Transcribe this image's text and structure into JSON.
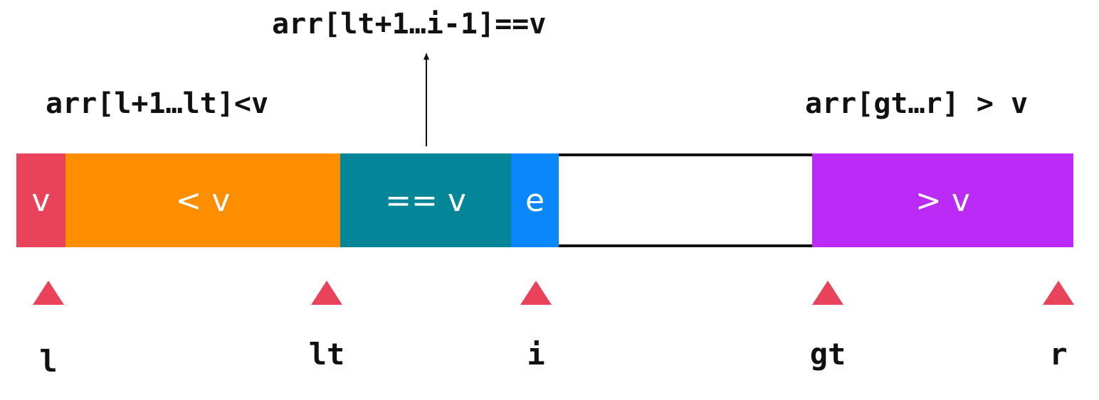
{
  "annotations": {
    "equal_range": "arr[lt+1…i-1]==v",
    "less_range": "arr[l+1…lt]<v",
    "greater_range": "arr[gt…r] > v"
  },
  "segments": [
    {
      "label": "v",
      "color": "#e8435a"
    },
    {
      "label": "< v",
      "color": "#fd8e00"
    },
    {
      "label": "== v",
      "color": "#058598"
    },
    {
      "label": "e",
      "color": "#0a87fb"
    },
    {
      "label": "",
      "color": "#ffffff"
    },
    {
      "label": "> v",
      "color": "#bc2af8"
    }
  ],
  "pointers": {
    "l": "l",
    "lt": "lt",
    "i": "i",
    "gt": "gt",
    "r": "r"
  },
  "marker_color": "#e8435a",
  "text_color": "#111111"
}
